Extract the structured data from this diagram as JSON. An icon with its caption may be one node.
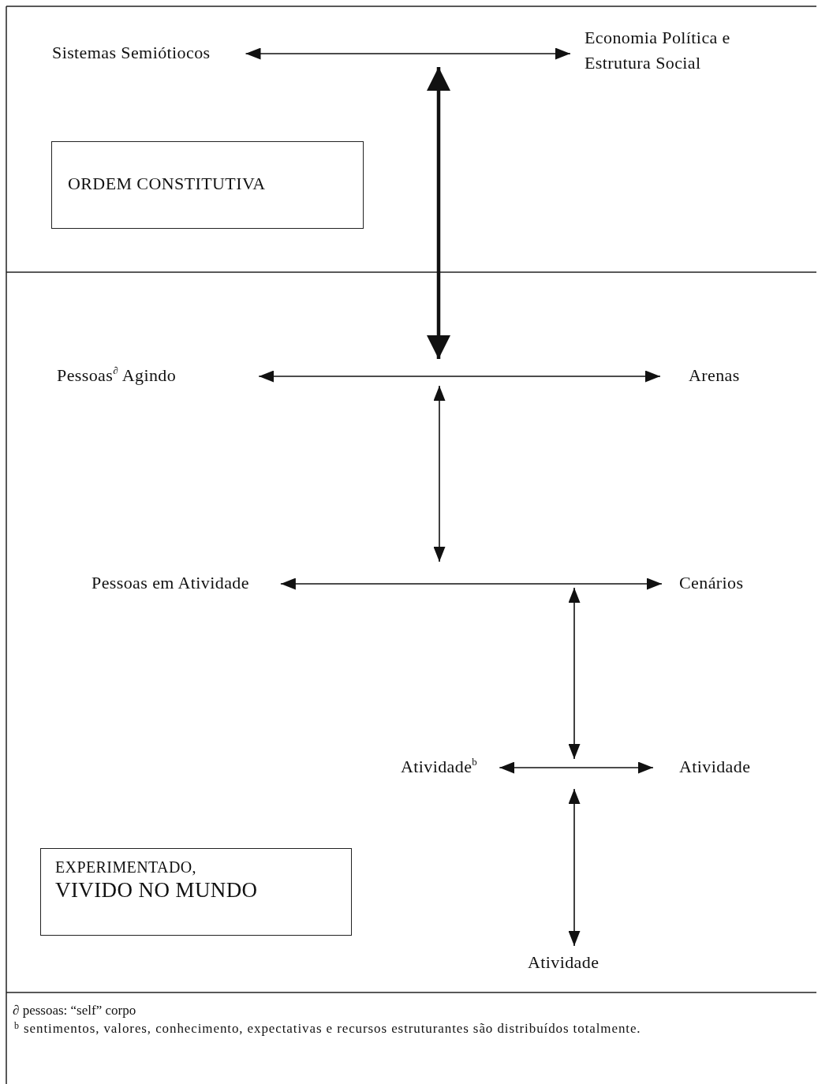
{
  "diagram": {
    "nodes": [
      {
        "text": [
          "Sistemas Semiótiocos"
        ]
      },
      {
        "text": [
          "Economia Política e Estrutura Social"
        ]
      },
      {
        "text": [
          "ORDEM CONSTITUTIVA"
        ]
      },
      {
        "text": [
          "Pessoas$^{∂}$ Agindo"
        ]
      },
      {
        "text": [
          "Arenas"
        ]
      },
      {
        "text": [
          "Pessoas em Atividade"
        ]
      },
      {
        "text": [
          "Cenários"
        ]
      },
      {
        "text": [
          "Atividade$^{b}$"
        ]
      },
      {
        "text": [
          "Atividade"
        ]
      },
      {
        "text": [
          "EXPERIMENTADO,",
          "VIVIDO NO MUNDO"
        ]
      },
      {
        "text": [
          "Atividade"
        ]
      }
    ],
    "edges": [
      {
        "from": 0,
        "to": 1,
        "arrow": "both"
      },
      {
        "from": 3,
        "to": 4,
        "arrow": "both"
      },
      {
        "from": 5,
        "to": 6,
        "arrow": "both"
      },
      {
        "from": 7,
        "to": 8,
        "arrow": "both"
      },
      {
        "from": null,
        "to": 10,
        "arrow": "both"
      }
    ],
    "labels": [
      "∂ pessoas: “self” corpo",
      "$^{b}$ sentimentos, valores, conhecimento, expectativas e recursos estruturantes são distribuídos totalmente."
    ]
  }
}
